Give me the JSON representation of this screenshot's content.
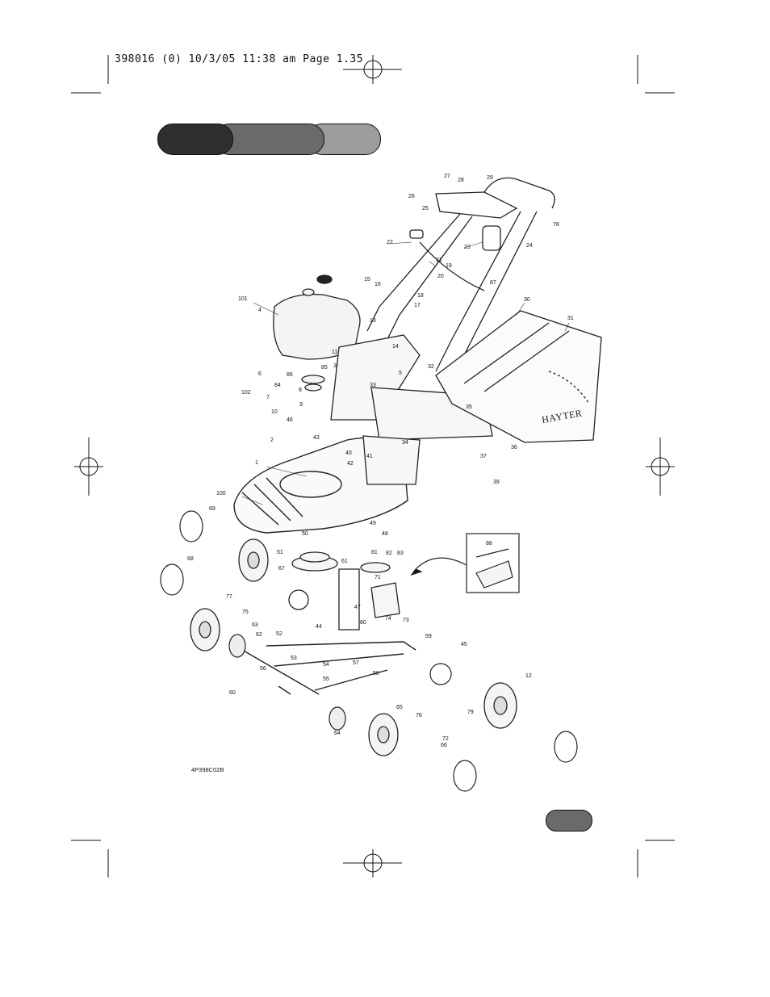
{
  "header": {
    "slug_line": "398016 (0)  10/3/05  11:38 am  Page 1.35"
  },
  "tabs": [
    {
      "color": "#2f2f2f"
    },
    {
      "color": "#6a6a6a"
    },
    {
      "color": "#9c9c9c"
    }
  ],
  "page_pill": {
    "color": "#6a6a6a"
  },
  "diagram": {
    "drawing_code": "4P398C02B",
    "brand_mark": "HAYTER",
    "labels": [
      "1",
      "2",
      "3",
      "4",
      "5",
      "6",
      "7",
      "8",
      "9",
      "10",
      "11",
      "12",
      "13",
      "14",
      "15",
      "16",
      "17",
      "18",
      "19",
      "20",
      "21",
      "22",
      "23",
      "24",
      "25",
      "26",
      "27",
      "28",
      "29",
      "30",
      "31",
      "32",
      "33",
      "34",
      "35",
      "36",
      "37",
      "39",
      "40",
      "41",
      "42",
      "43",
      "44",
      "45",
      "46",
      "47",
      "48",
      "49",
      "50",
      "51",
      "52",
      "53",
      "54",
      "55",
      "56",
      "57",
      "58",
      "59",
      "60",
      "61",
      "62",
      "63",
      "64",
      "65",
      "66",
      "67",
      "68",
      "69",
      "71",
      "72",
      "73",
      "74",
      "75",
      "76",
      "77",
      "78",
      "79",
      "80",
      "81",
      "82",
      "83",
      "84",
      "85",
      "86",
      "87",
      "88",
      "100",
      "101",
      "102"
    ]
  }
}
